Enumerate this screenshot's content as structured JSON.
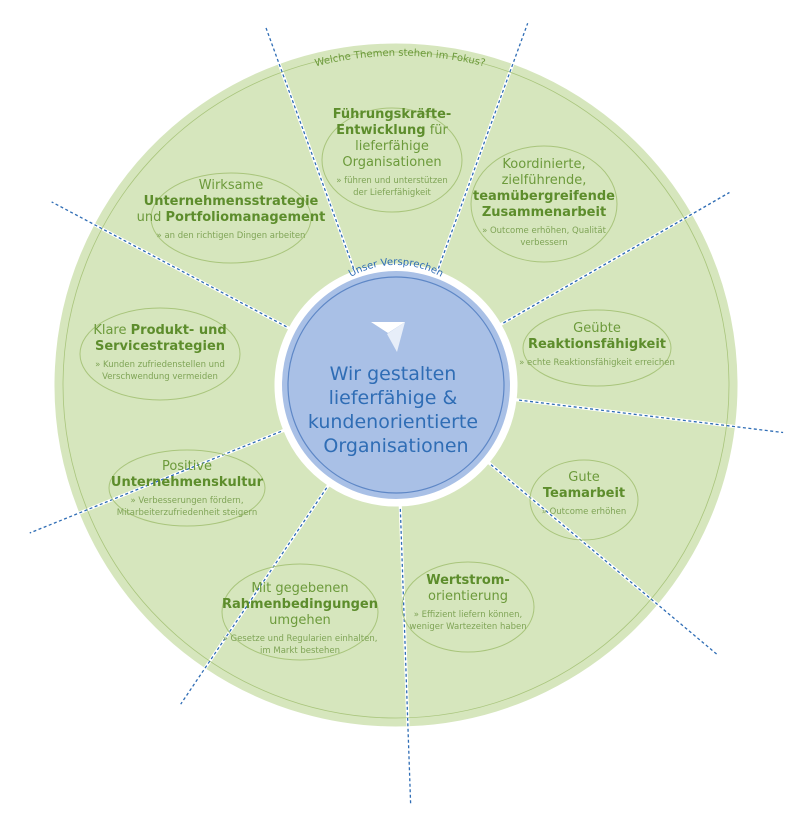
{
  "outer_ring_label": "Welche Themen stehen im Fokus?",
  "inner_ring_label": "Unser Versprechen",
  "center_title": [
    "Wir gestalten",
    "lieferfähige &",
    "kundenorientierte",
    "Organisationen"
  ],
  "colors": {
    "segment_fill": "#d6e6bd",
    "segment_stroke": "#a9c57c",
    "title_green": "#6c9a3b",
    "center_fill": "#a9c0e6",
    "center_text": "#2f6db5",
    "divider": "#2f6db5"
  },
  "segments": [
    {
      "title_lines": [
        [
          {
            "t": "Führungskräfte-",
            "b": true
          }
        ],
        [
          {
            "t": "Entwicklung",
            "b": true
          },
          {
            "t": " für",
            "b": false
          }
        ],
        [
          {
            "t": "lieferfähige",
            "b": false
          }
        ],
        [
          {
            "t": "Organisationen",
            "b": false
          }
        ]
      ],
      "desc_lines": [
        "» führen und unterstützen",
        "der Lieferfähigkeit"
      ]
    },
    {
      "title_lines": [
        [
          {
            "t": "Koordinierte,",
            "b": false
          }
        ],
        [
          {
            "t": "zielführende,",
            "b": false
          }
        ],
        [
          {
            "t": "teamübergreifende",
            "b": true
          }
        ],
        [
          {
            "t": "Zusammenarbeit",
            "b": true
          }
        ]
      ],
      "desc_lines": [
        "» Outcome erhöhen, Qualität",
        "verbessern"
      ]
    },
    {
      "title_lines": [
        [
          {
            "t": "Geübte",
            "b": false
          }
        ],
        [
          {
            "t": "Reaktionsfähigkeit",
            "b": true
          }
        ]
      ],
      "desc_lines": [
        "» echte Reaktionsfähigkeit erreichen"
      ]
    },
    {
      "title_lines": [
        [
          {
            "t": "Gute",
            "b": false
          }
        ],
        [
          {
            "t": "Teamarbeit",
            "b": true
          }
        ]
      ],
      "desc_lines": [
        "» Outcome erhöhen"
      ]
    },
    {
      "title_lines": [
        [
          {
            "t": "Wertstrom-",
            "b": true
          }
        ],
        [
          {
            "t": "orientierung",
            "b": false
          }
        ]
      ],
      "desc_lines": [
        "» Effizient liefern können,",
        "weniger Wartezeiten haben"
      ]
    },
    {
      "title_lines": [
        [
          {
            "t": "Mit gegebenen",
            "b": false
          }
        ],
        [
          {
            "t": "Rahmenbedingungen",
            "b": true
          }
        ],
        [
          {
            "t": "umgehen",
            "b": false
          }
        ]
      ],
      "desc_lines": [
        "» Gesetze und Regularien einhalten,",
        "im Markt bestehen"
      ]
    },
    {
      "title_lines": [
        [
          {
            "t": "Positive",
            "b": false
          }
        ],
        [
          {
            "t": "Unternehmenskultur",
            "b": true
          }
        ]
      ],
      "desc_lines": [
        "» Verbesserungen fördern,",
        "Mitarbeiterzufriedenheit steigern"
      ]
    },
    {
      "title_lines": [
        [
          {
            "t": "Klare ",
            "b": false
          },
          {
            "t": "Produkt- und",
            "b": true
          }
        ],
        [
          {
            "t": "Servicestrategien",
            "b": true
          }
        ]
      ],
      "desc_lines": [
        "» Kunden zufriedenstellen und",
        "Verschwendung vermeiden"
      ]
    },
    {
      "title_lines": [
        [
          {
            "t": "Wirksame",
            "b": false
          }
        ],
        [
          {
            "t": "Unternehmensstrategie",
            "b": true
          }
        ],
        [
          {
            "t": "und ",
            "b": false
          },
          {
            "t": "Portfoliomanagement",
            "b": true
          }
        ]
      ],
      "desc_lines": [
        "» an den richtigen Dingen arbeiten"
      ]
    }
  ]
}
